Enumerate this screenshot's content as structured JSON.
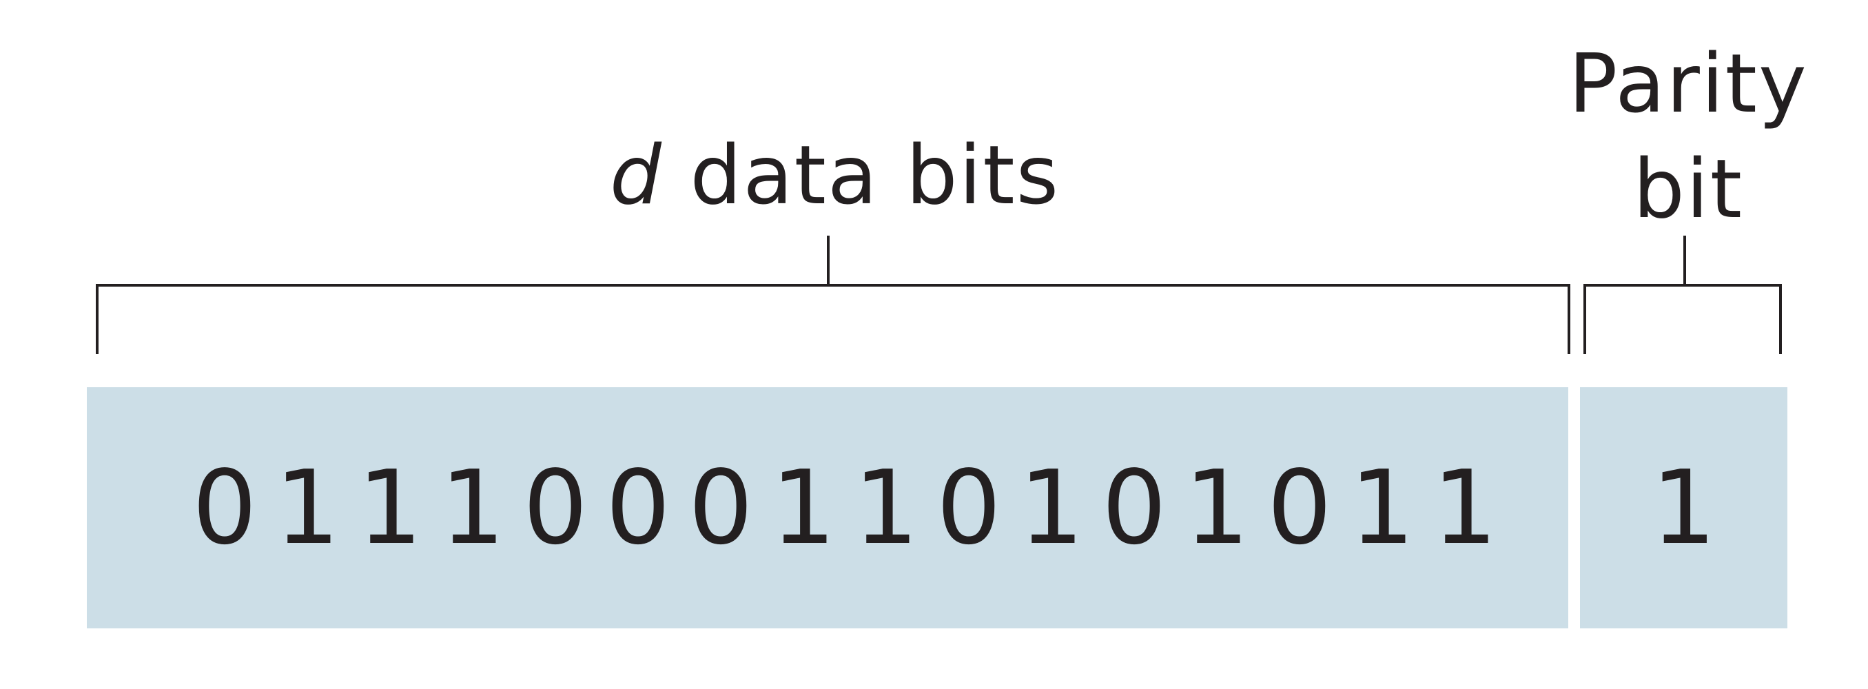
{
  "diagram": {
    "data_label": {
      "variable": "d",
      "text": " data bits"
    },
    "parity_label": {
      "line1": "Parity",
      "line2": "bit"
    },
    "data_bits": [
      "0",
      "1",
      "1",
      "1",
      "0",
      "0",
      "0",
      "1",
      "1",
      "0",
      "1",
      "0",
      "1",
      "0",
      "1",
      "1"
    ],
    "parity_bit": "1",
    "colors": {
      "box_fill": "#ccdee7",
      "ink": "#231f20"
    }
  }
}
